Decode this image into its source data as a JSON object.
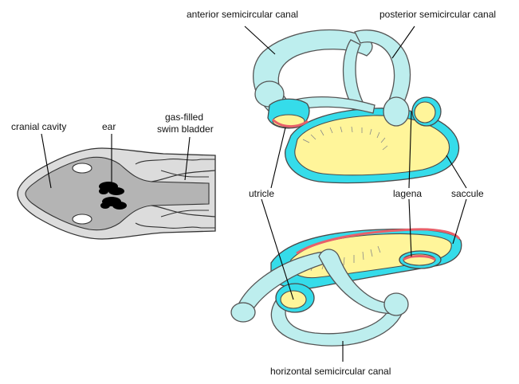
{
  "labels": {
    "anterior": "anterior semicircular canal",
    "posterior": "posterior semicircular canal",
    "cranial_cavity": "cranial cavity",
    "ear": "ear",
    "swim_bladder_1": "gas-filled",
    "swim_bladder_2": "swim bladder",
    "utricle": "utricle",
    "lagena": "lagena",
    "saccule": "saccule",
    "horizontal": "horizontal semicircular canal"
  },
  "colors": {
    "canal_fill": "#bdeeee",
    "endolymph_cyan": "#35dcea",
    "otolith_yellow": "#fff59a",
    "macula_red": "#e8606a",
    "fish_body": "#dcdcdc",
    "fish_inner": "#b4b4b4"
  }
}
